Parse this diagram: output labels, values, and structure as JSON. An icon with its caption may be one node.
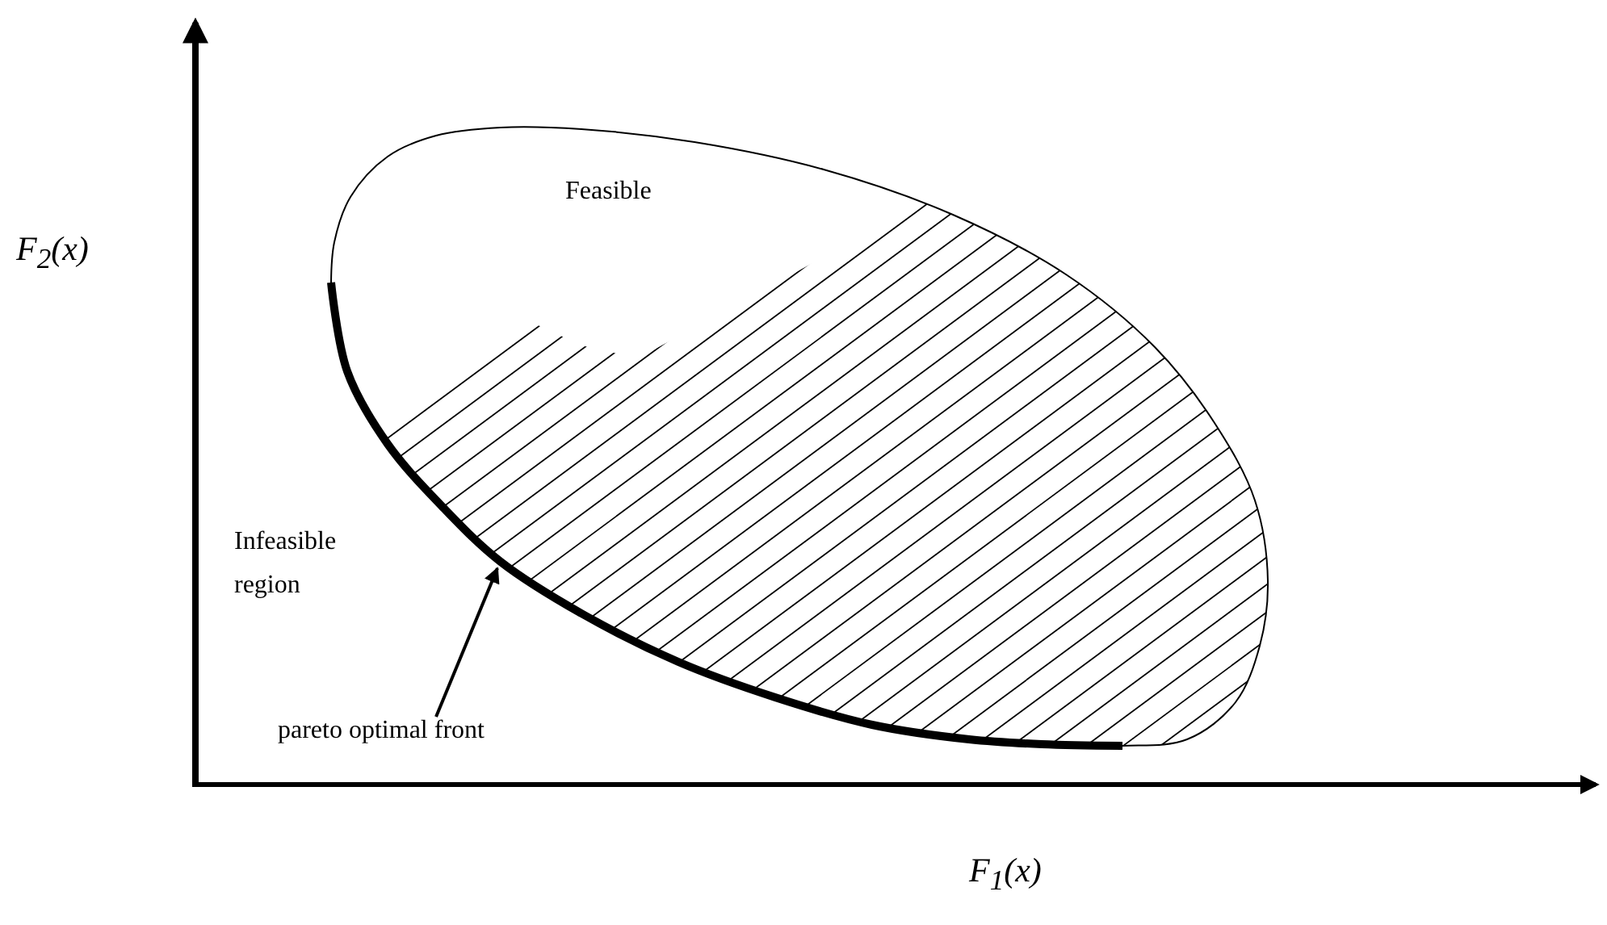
{
  "diagram": {
    "nodes": [
      {
        "text": [
          "pareto optimal front"
        ]
      },
      {
        "text": [],
        "shape": "curve"
      }
    ],
    "edges": [
      {
        "from": 0,
        "to": 1,
        "arrow": "to"
      }
    ],
    "labels": [
      "F$_{2}$(x)",
      "Feasible",
      "Infeasible region",
      "F$_{1}$(x)"
    ]
  }
}
